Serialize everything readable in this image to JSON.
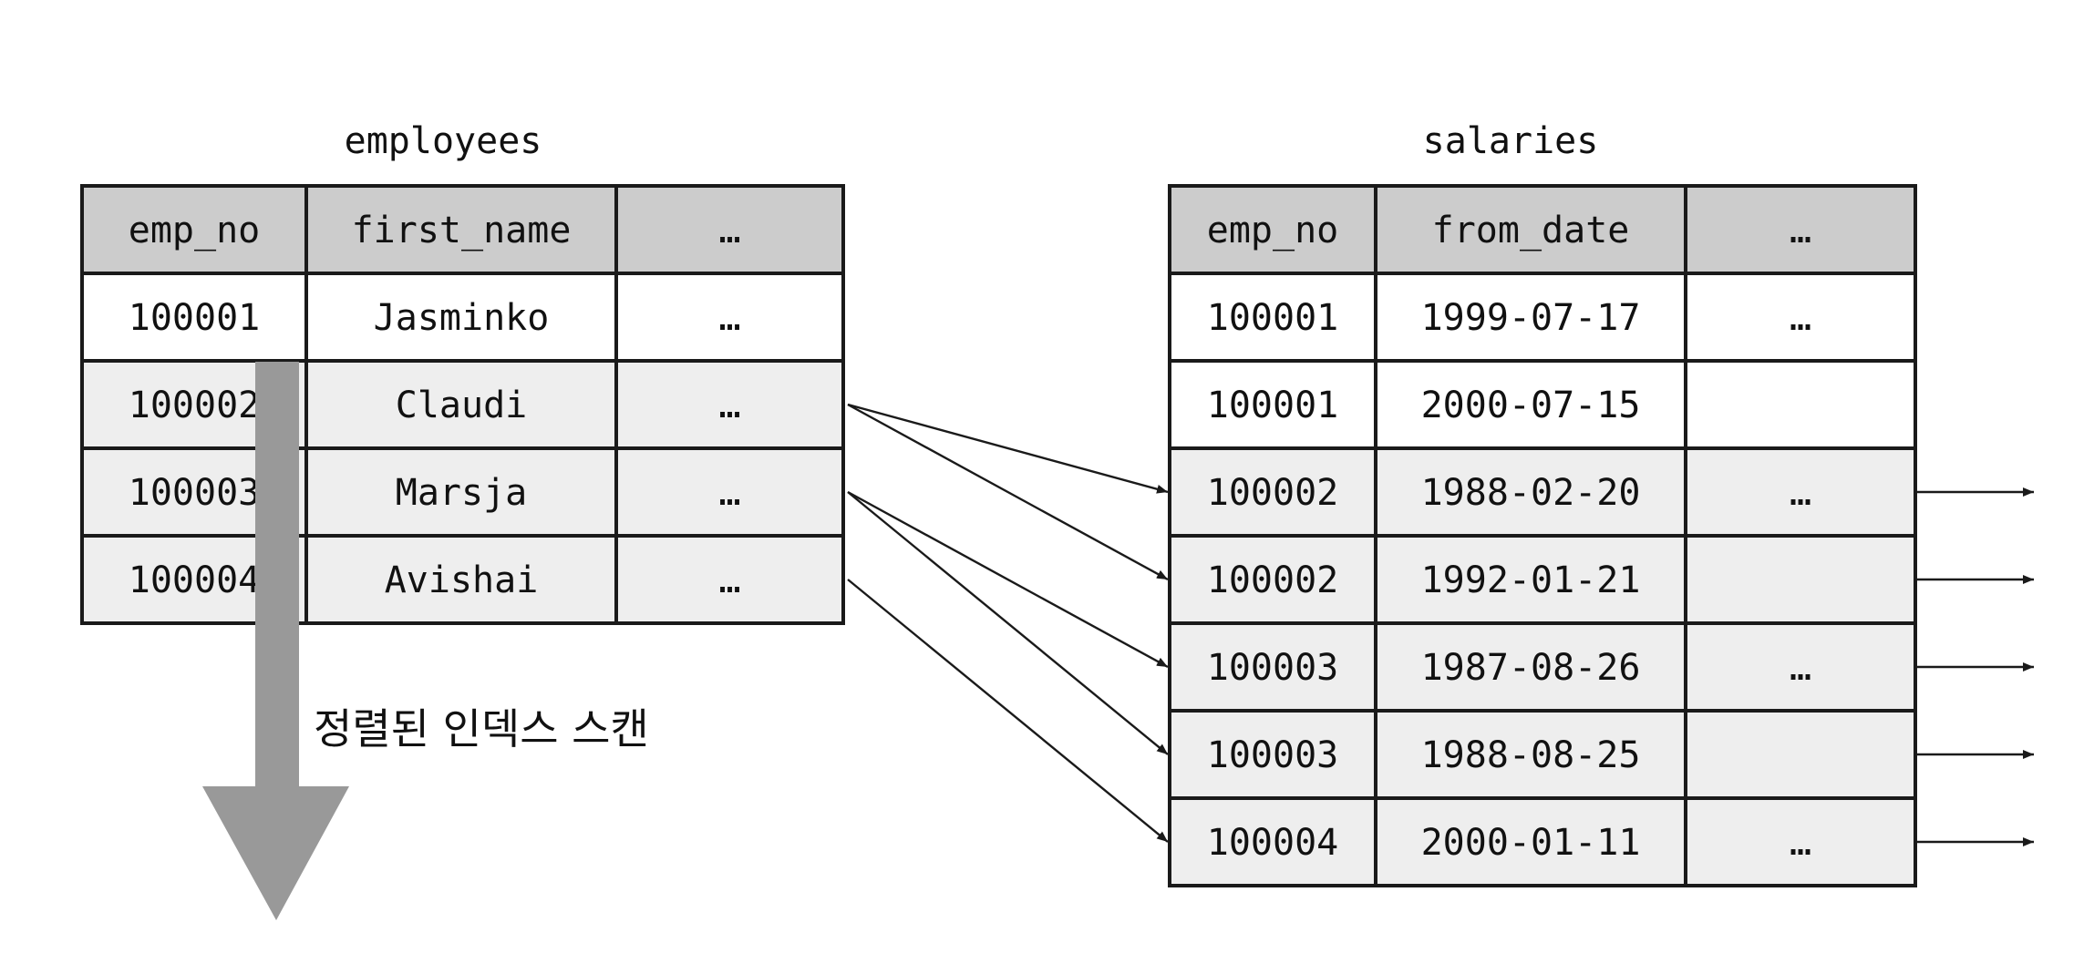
{
  "employees": {
    "title": "employees",
    "headers": [
      "emp_no",
      "first_name",
      "…"
    ],
    "rows": [
      [
        "100001",
        "Jasminko",
        "…"
      ],
      [
        "100002",
        "Claudi",
        "…"
      ],
      [
        "100003",
        "Marsja",
        "…"
      ],
      [
        "100004",
        "Avishai",
        "…"
      ]
    ]
  },
  "salaries": {
    "title": "salaries",
    "headers": [
      "emp_no",
      "from_date",
      "…"
    ],
    "rows": [
      [
        "100001",
        "1999-07-17",
        "…"
      ],
      [
        "100001",
        "2000-07-15",
        ""
      ],
      [
        "100002",
        "1988-02-20",
        "…"
      ],
      [
        "100002",
        "1992-01-21",
        ""
      ],
      [
        "100003",
        "1987-08-26",
        "…"
      ],
      [
        "100003",
        "1988-08-25",
        ""
      ],
      [
        "100004",
        "2000-01-11",
        "…"
      ]
    ]
  },
  "scan_caption": "정렬된 인덱스 스캔",
  "join_links": [
    {
      "from_row": 1,
      "to_row": 2
    },
    {
      "from_row": 1,
      "to_row": 3
    },
    {
      "from_row": 2,
      "to_row": 4
    },
    {
      "from_row": 2,
      "to_row": 5
    },
    {
      "from_row": 3,
      "to_row": 6
    }
  ],
  "outgoing_rows": [
    2,
    3,
    4,
    5,
    6
  ],
  "colors": {
    "header_fill": "#cccccc",
    "row_white": "#ffffff",
    "row_gray": "#eeeeee",
    "scan_arrow": "#999999",
    "line": "#1a1a1a"
  }
}
